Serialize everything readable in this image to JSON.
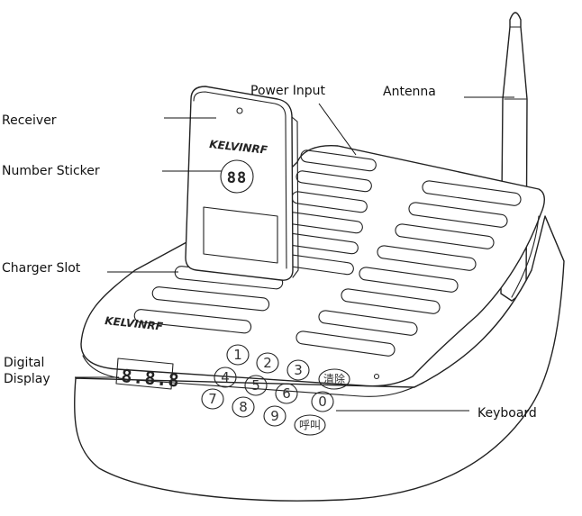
{
  "labels": {
    "receiver": "Receiver",
    "number_sticker": "Number Sticker",
    "charger_slot": "Charger Slot",
    "digital_display_line1": "Digital",
    "digital_display_line2": "Display",
    "power_input": "Power Input",
    "antenna": "Antenna",
    "keyboard": "Keyboard"
  },
  "device": {
    "brand_receiver": "KELVINRF",
    "brand_base": "KELVINRF",
    "sticker_number": "88",
    "display_digits": "8.8.8"
  },
  "keypad": {
    "keys": [
      "1",
      "2",
      "3",
      "清除",
      "4",
      "5",
      "6",
      "0",
      "7",
      "8",
      "9",
      "呼叫"
    ]
  }
}
